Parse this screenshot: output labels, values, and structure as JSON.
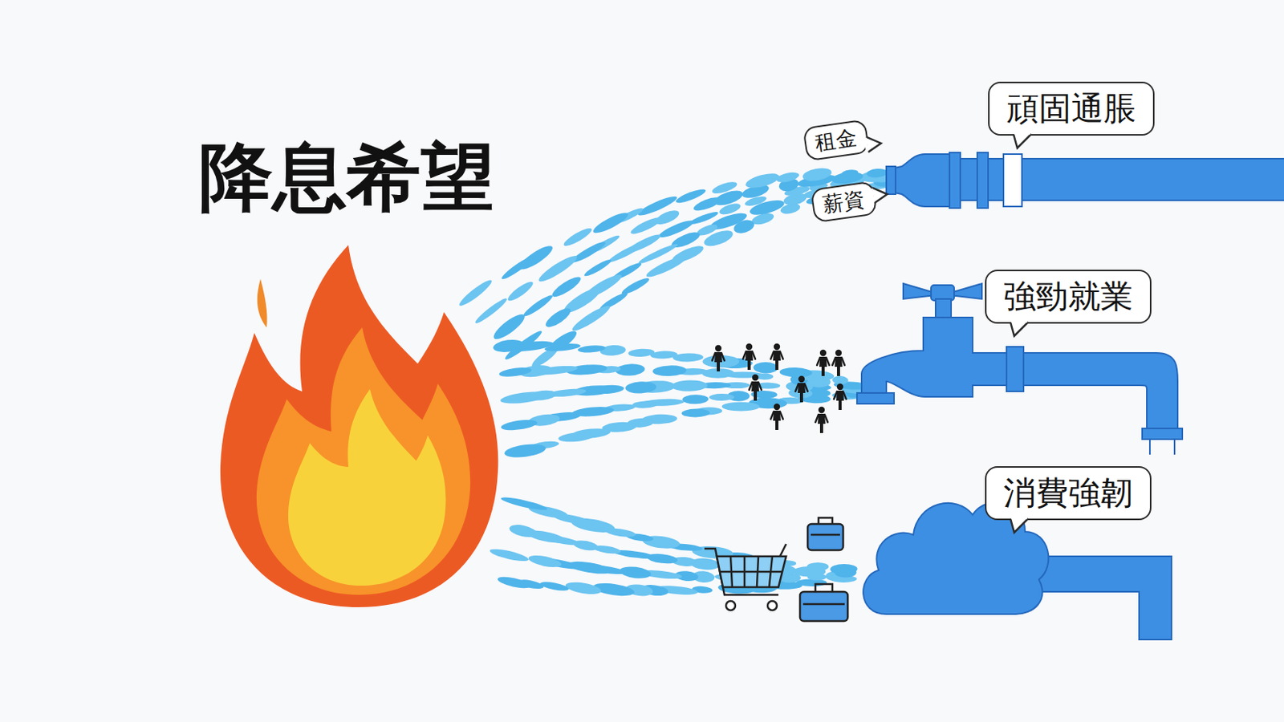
{
  "diagram": {
    "title": "降息希望",
    "nodes": [
      {
        "text": [
          "頑固通脹"
        ]
      },
      {
        "text": [
          "租金"
        ]
      },
      {
        "text": [
          "薪資"
        ]
      },
      {
        "text": [
          "強勁就業"
        ]
      },
      {
        "text": [
          "消費強韌"
        ]
      }
    ]
  }
}
